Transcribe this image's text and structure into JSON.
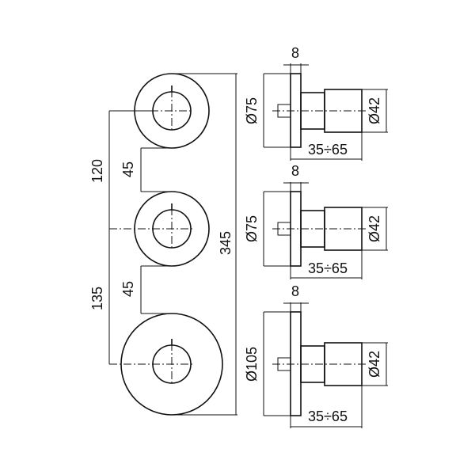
{
  "front_view": {
    "height_total": "345",
    "upper_spacing": "120",
    "lower_spacing": "135",
    "gap_upper": "45",
    "gap_lower": "45"
  },
  "side_views": [
    {
      "thickness": "8",
      "plate_diameter": "Ø75",
      "knob_diameter": "Ø42",
      "depth_range": "35÷65"
    },
    {
      "thickness": "8",
      "plate_diameter": "Ø75",
      "knob_diameter": "Ø42",
      "depth_range": "35÷65"
    },
    {
      "thickness": "8",
      "plate_diameter": "Ø105",
      "knob_diameter": "Ø42",
      "depth_range": "35÷65"
    }
  ]
}
